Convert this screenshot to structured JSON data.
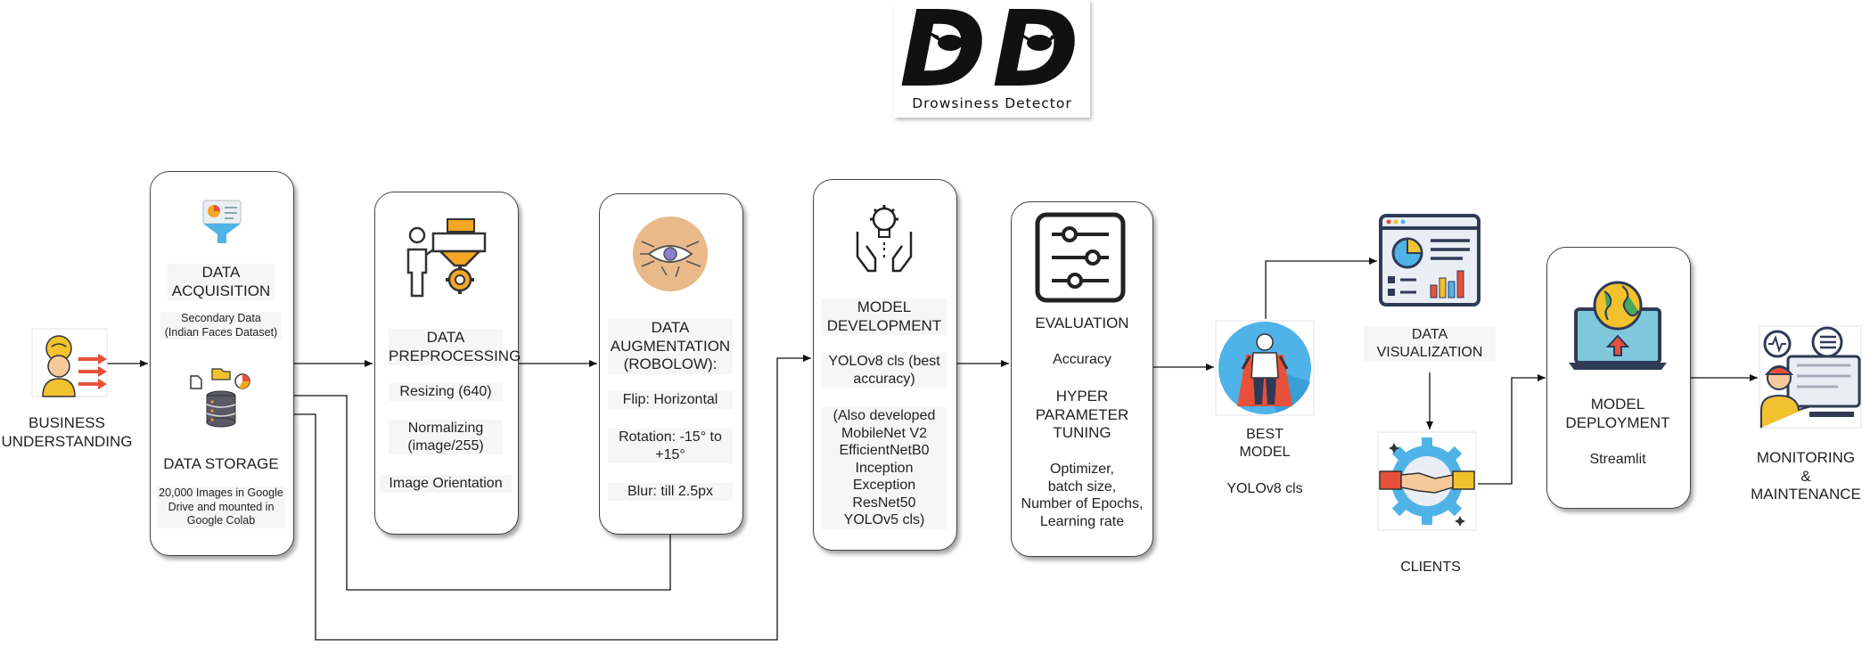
{
  "logo": {
    "letters": "DD",
    "subtitle": "Drowsiness Detector"
  },
  "stages": {
    "business": {
      "title": "BUSINESS\nUNDERSTANDING"
    },
    "acquisition": {
      "title": "DATA\nACQUISITION",
      "detail": "Secondary Data\n(Indian Faces Dataset)",
      "storage_title": "DATA STORAGE",
      "storage_detail": "20,000 Images in Google\nDrive and mounted in\nGoogle Colab"
    },
    "preprocessing": {
      "title": "DATA\nPREPROCESSING",
      "items": [
        "Resizing (640)",
        "Normalizing\n(image/255)",
        "Image Orientation"
      ]
    },
    "augmentation": {
      "title": "DATA\nAUGMENTATION\n(ROBOLOW):",
      "items": [
        "Flip: Horizontal",
        "Rotation: -15° to\n+15°",
        "Blur: till 2.5px"
      ]
    },
    "model_development": {
      "title": "MODEL\nDEVELOPMENT",
      "best": "YOLOv8 cls (best\naccuracy)",
      "also": "(Also developed\nMobileNet V2\nEfficientNetB0\nInception\nException\nResNet50\nYOLOv5 cls)"
    },
    "evaluation": {
      "title": "EVALUATION",
      "metric": "Accuracy",
      "tuning_title": "HYPER\nPARAMETER\nTUNING",
      "tuning_items": "Optimizer,\nbatch size,\nNumber of Epochs,\nLearning rate"
    },
    "best_model": {
      "title": "BEST\nMODEL",
      "name": "YOLOv8 cls"
    },
    "visualization": {
      "title": "DATA\nVISUALIZATION"
    },
    "clients": {
      "title": "CLIENTS"
    },
    "deployment": {
      "title": "MODEL\nDEPLOYMENT",
      "platform": "Streamlit"
    },
    "monitoring": {
      "title": "MONITORING\n&\nMAINTENANCE"
    }
  },
  "icons": {
    "business": "business-person-icon",
    "acquisition": "data-funnel-icon",
    "storage": "database-icon",
    "preprocessing": "preprocessing-icon",
    "augmentation": "eye-icon",
    "model": "hands-gear-bulb-icon",
    "evaluation": "sliders-icon",
    "best_model": "superhero-icon",
    "visualization": "dashboard-icon",
    "clients": "handshake-gear-icon",
    "deployment": "laptop-globe-icon",
    "monitoring": "monitoring-person-icon"
  },
  "colors": {
    "outline": "#444444",
    "accent_orange": "#f5a623",
    "accent_blue": "#4fb3e8",
    "accent_red": "#e8503a",
    "accent_yellow": "#f2c12e",
    "navy": "#2f3a55"
  }
}
